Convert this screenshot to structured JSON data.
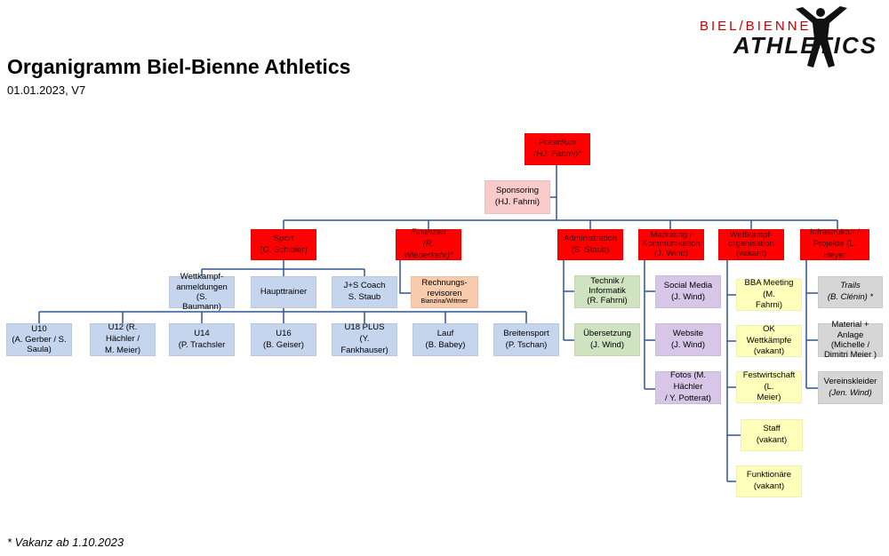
{
  "title": "Organigramm Biel-Bienne Athletics",
  "subtitle": "01.01.2023, V7",
  "footnote": "* Vakanz ab 1.10.2023",
  "logo": {
    "top_text": "BIEL/BIENNE",
    "main_text": "ATHLETICS"
  },
  "colors": {
    "lead": "#ff0000",
    "connector": "#2f5597"
  },
  "praesidium": {
    "label": "Präsidium",
    "person": "(HJ. Fahrni)*"
  },
  "sponsoring": {
    "label": "Sponsoring",
    "person": "(HJ. Fahrni)"
  },
  "departments": {
    "sport": {
      "label": "Sport",
      "person": "(G. Schibler)"
    },
    "finanzen": {
      "label": "Finanzen",
      "person": "(R. Wiederkehr)*"
    },
    "administration": {
      "label": "Administration",
      "person": "(S. Staub)"
    },
    "marketing": {
      "label1": "Marketing /",
      "label2": "Kommunikation",
      "person": "(J. Wind)"
    },
    "wettkampf": {
      "label1": "Wettkampf-",
      "label2": "organisation",
      "person": "(vakant)"
    },
    "infrastruktur": {
      "label1": "Infrastruktur /",
      "label2": "Projekte (L. Heyer"
    }
  },
  "sport_sub": {
    "anmeldungen": {
      "line1": "Wettkampf-",
      "line2": "anmeldungen (S.",
      "line3": "Baumann)"
    },
    "haupttrainer": {
      "label": "Haupttrainer"
    },
    "js_coach": {
      "label": "J+S Coach",
      "person": "S. Staub"
    }
  },
  "age_groups": [
    {
      "label": "U10",
      "person": "(A. Gerber / S. Saula)"
    },
    {
      "label": "U12 (R. Hächler /",
      "person": "M. Meier)"
    },
    {
      "label": "U14",
      "person": "(P. Trachsler"
    },
    {
      "label": "U16",
      "person": "(B. Geiser)"
    },
    {
      "label": "U18 PLUS",
      "person": "(Y. Fankhauser)"
    },
    {
      "label": "Lauf",
      "person": "(B. Babey)"
    },
    {
      "label": "Breitensport",
      "person": "(P. Tschan)"
    }
  ],
  "rechnung": {
    "line1": "Rechnungs-",
    "line2": "revisoren",
    "person": "Bianzina/Wittmer"
  },
  "admin_sub": [
    {
      "line1": "Technik /",
      "line2": "Informatik",
      "person": "(R. Fahrni)"
    },
    {
      "line1": "Übersetzung",
      "line2": "",
      "person": "(J. Wind)"
    }
  ],
  "marketing_sub": [
    {
      "line1": "Social Media",
      "line2": "",
      "person": "(J. Wind)"
    },
    {
      "line1": "Website",
      "line2": "",
      "person": "(J. Wind)"
    },
    {
      "line1": "Fotos (M. Hächler",
      "line2": "",
      "person": "/ Y. Potterat)"
    }
  ],
  "wettkampf_sub": [
    {
      "line1": "BBA Meeting (M.",
      "person": "Fahrni)"
    },
    {
      "line1": "OK Wettkämpfe",
      "person": "(vakant)"
    },
    {
      "line1": "Festwirtschaft (L.",
      "person": "Meier)"
    },
    {
      "line1": "Staff",
      "person": "(vakant)"
    },
    {
      "line1": "Funktionäre",
      "person": "(vakant)"
    }
  ],
  "infra_sub": [
    {
      "line1": "Trails",
      "person": "(B. Clénin) *"
    },
    {
      "line1": "Material + Anlage",
      "person": "(Michelle / Dimitri Meier )"
    },
    {
      "line1": "Vereinskleider",
      "person": "(Jen. Wind)"
    }
  ]
}
